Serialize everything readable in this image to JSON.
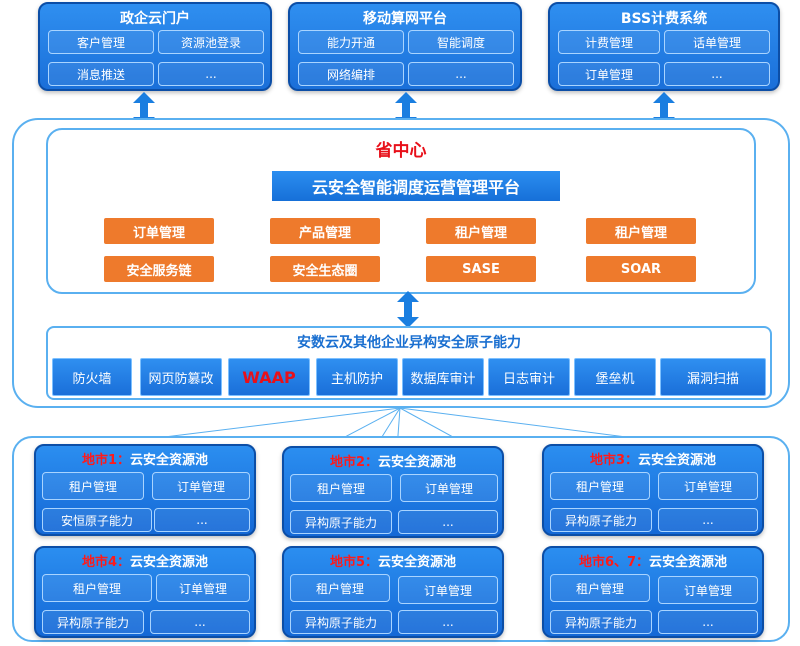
{
  "top_platforms": [
    {
      "title": "政企云门户",
      "items": [
        "客户管理",
        "资源池登录",
        "消息推送",
        "..."
      ]
    },
    {
      "title": "移动算网平台",
      "items": [
        "能力开通",
        "智能调度",
        "网络编排",
        "..."
      ]
    },
    {
      "title": "BSS计费系统",
      "items": [
        "计费管理",
        "话单管理",
        "订单管理",
        "..."
      ]
    }
  ],
  "province": {
    "title": "省中心",
    "platform": "云安全智能调度运营管理平台",
    "modules": [
      "订单管理",
      "产品管理",
      "租户管理",
      "租户管理",
      "安全服务链",
      "安全生态圈",
      "SASE",
      "SOAR"
    ]
  },
  "atomic": {
    "title": "安数云及其他企业异构安全原子能力",
    "items": [
      "防火墙",
      "网页防篡改",
      "WAAP",
      "主机防护",
      "数据库审计",
      "日志审计",
      "堡垒机",
      "漏洞扫描"
    ]
  },
  "cities": [
    {
      "title_red": "地市1：",
      "title": "云安全资源池",
      "items": [
        "租户管理",
        "订单管理",
        "安恒原子能力",
        "..."
      ]
    },
    {
      "title_red": "地市2：",
      "title": "云安全资源池",
      "items": [
        "租户管理",
        "订单管理",
        "异构原子能力",
        "..."
      ]
    },
    {
      "title_red": "地市3：",
      "title": "云安全资源池",
      "items": [
        "租户管理",
        "订单管理",
        "异构原子能力",
        "..."
      ]
    },
    {
      "title_red": "地市4：",
      "title": "云安全资源池",
      "items": [
        "租户管理",
        "订单管理",
        "异构原子能力",
        "..."
      ]
    },
    {
      "title_red": "地市5：",
      "title": "云安全资源池",
      "items": [
        "租户管理",
        "订单管理",
        "异构原子能力",
        "..."
      ]
    },
    {
      "title_red": "地市6、7：",
      "title": "云安全资源池",
      "items": [
        "租户管理",
        "订单管理",
        "异构原子能力",
        "..."
      ]
    }
  ],
  "colors": {
    "blue": "#1a6fd9",
    "orange": "#ee7a2c",
    "red": "#e8101a",
    "frame": "#5ab0f0"
  }
}
